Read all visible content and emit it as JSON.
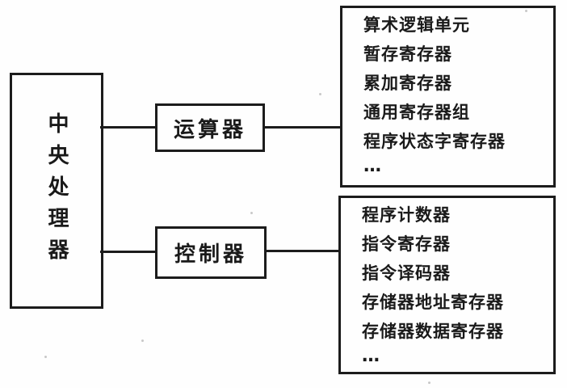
{
  "diagram": {
    "title": "CPU structure diagram (scanned)",
    "colors": {
      "ink": "#1c1c1c",
      "paper": "#fefefe"
    },
    "cpu": {
      "label": "中央处理器"
    },
    "alu": {
      "label": "运算器"
    },
    "controller": {
      "label": "控制器"
    },
    "alu_components": {
      "items": [
        "算术逻辑单元",
        "暂存寄存器",
        "累加寄存器",
        "通用寄存器组",
        "程序状态字寄存器",
        "…"
      ]
    },
    "controller_components": {
      "items": [
        "程序计数器",
        "指令寄存器",
        "指令译码器",
        "存储器地址寄存器",
        "存储器数据寄存器",
        "…"
      ]
    }
  }
}
